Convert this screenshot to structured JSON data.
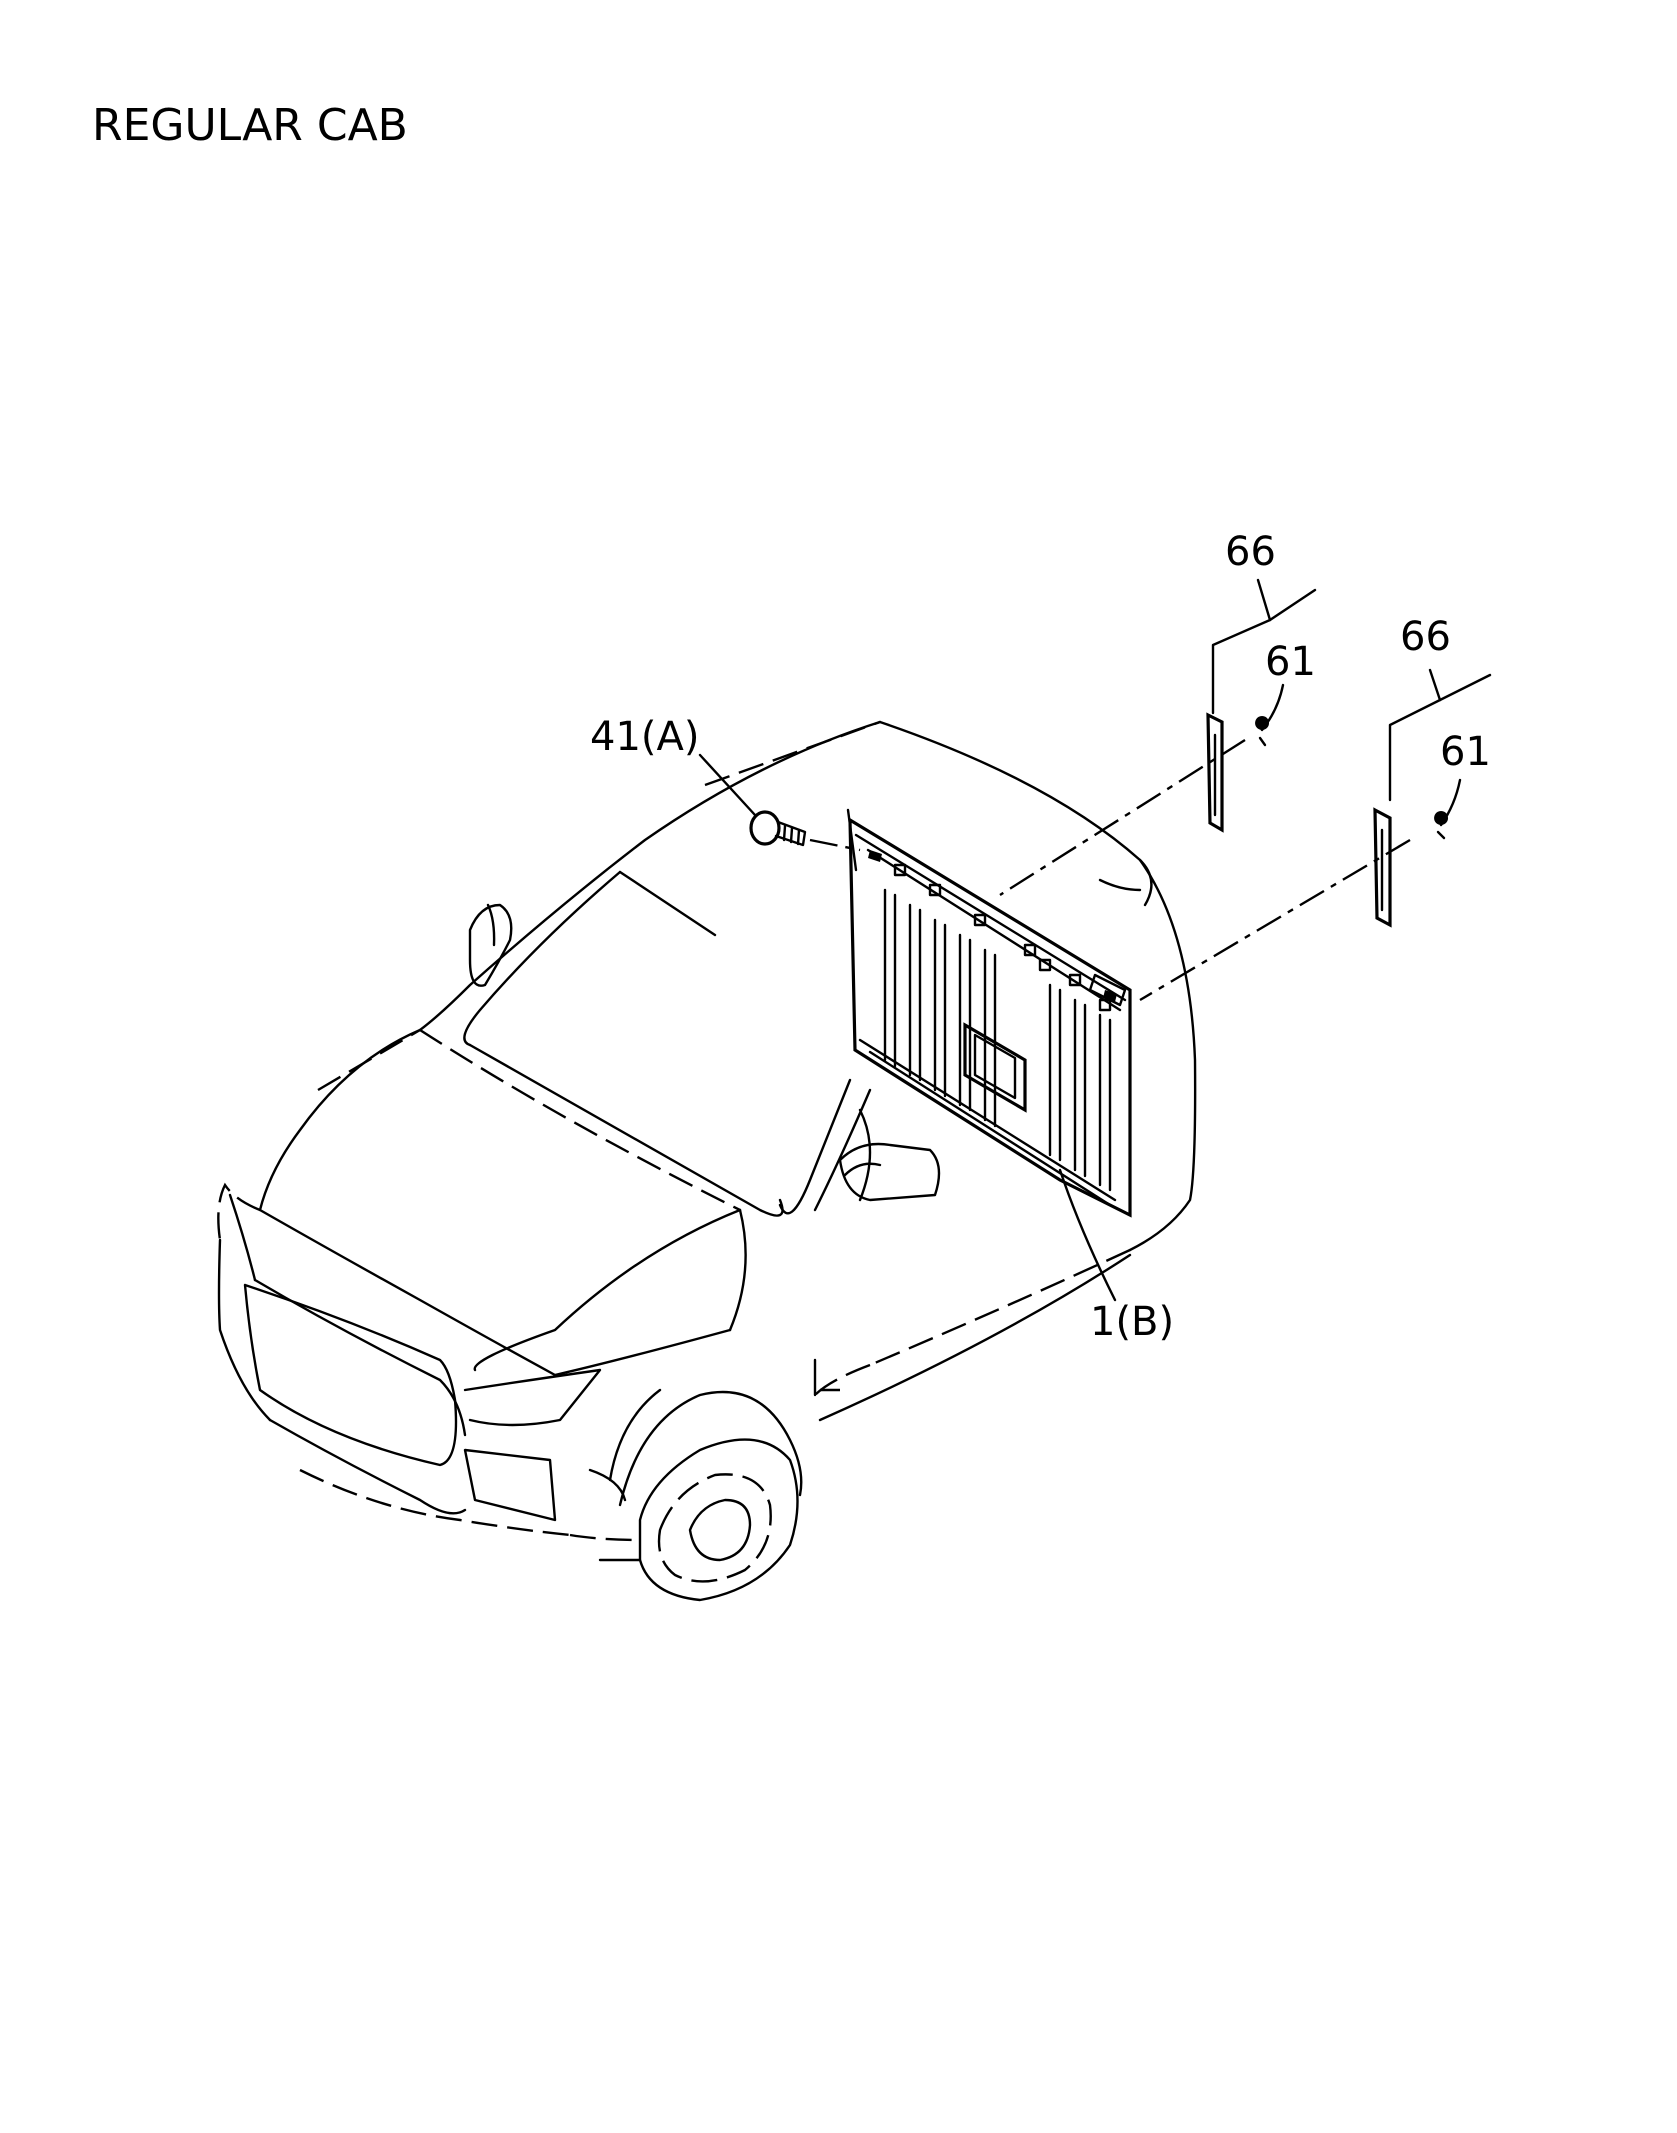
{
  "heading": "REGULAR CAB",
  "callouts": {
    "part_41": "41(A)",
    "part_1": "1(B)",
    "part_66_left": "66",
    "part_61_left": "61",
    "part_66_right": "66",
    "part_61_right": "61"
  },
  "colors": {
    "line": "#000000",
    "background": "#ffffff"
  }
}
